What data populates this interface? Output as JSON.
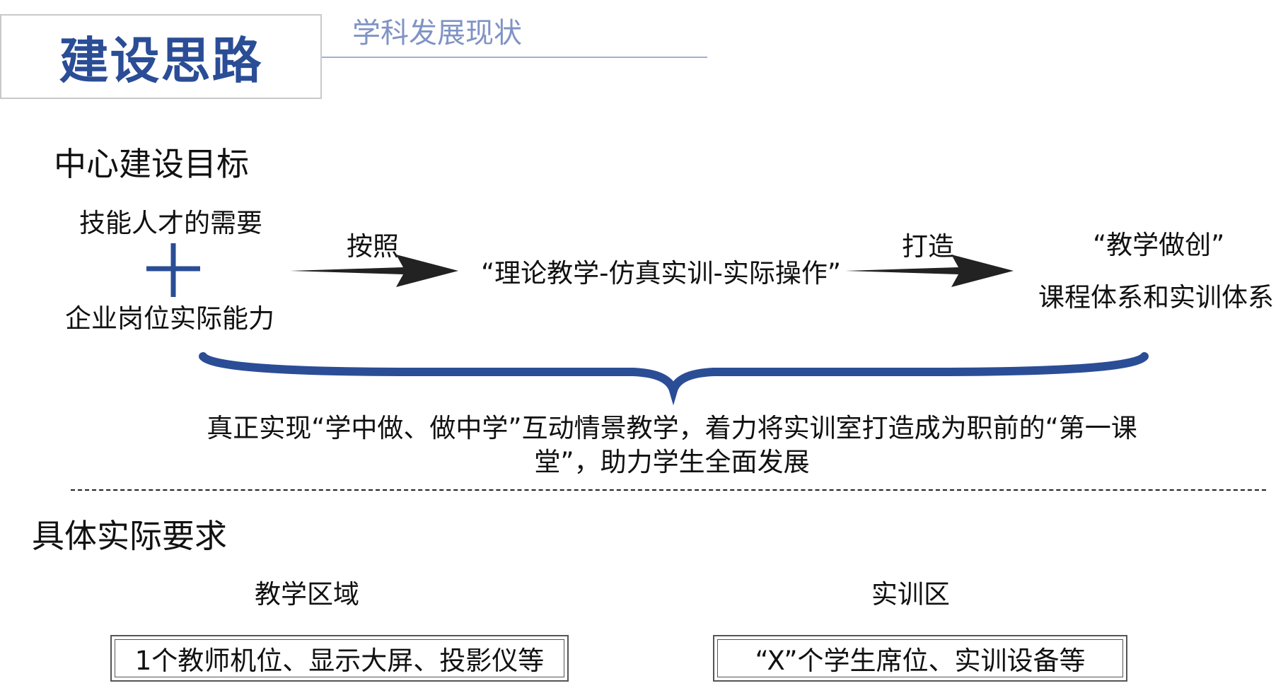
{
  "header": {
    "title": "建设思路",
    "subtitle": "学科发展现状"
  },
  "goal_section": {
    "heading": "中心建设目标",
    "input_top": "技能人才的需要",
    "input_bottom": "企业岗位实际能力",
    "arrow1_label": "按照",
    "middle": "“理论教学-仿真实训-实际操作”",
    "arrow2_label": "打造",
    "result_top": "“教学做创”",
    "result_bottom": "课程体系和实训体系",
    "summary": "真正实现“学中做、做中学”互动情景教学，着力将实训室打造成为职前的“第一课堂”，助力学生全面发展"
  },
  "requirements_section": {
    "heading": "具体实际要求",
    "teaching_area": {
      "label": "教学区域",
      "content": "1个教师机位、显示大屏、投影仪等"
    },
    "training_area": {
      "label": "实训区",
      "content": "“X”个学生席位、实训设备等"
    }
  },
  "colors": {
    "title": "#2a4d96",
    "subtitle": "#7f93c4",
    "brace": "#2a4d96",
    "arrow": "#222222"
  }
}
